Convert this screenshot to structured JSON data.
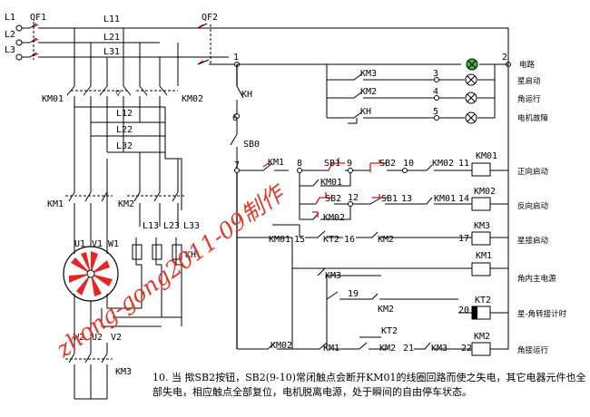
{
  "lines": {
    "phases": [
      "L1",
      "L2",
      "L3"
    ],
    "breaker_main": "QF1",
    "bus1": [
      "L11",
      "L21",
      "L31"
    ],
    "bus2": [
      "L12",
      "L22",
      "L32"
    ],
    "bus3": [
      "L13",
      "L23",
      "L33"
    ],
    "breaker_ctrl": "QF2"
  },
  "motor": {
    "terminals_top": [
      "U1",
      "V1",
      "W1"
    ],
    "terminals_bot": [
      "W2",
      "U2",
      "V2"
    ]
  },
  "power_contacts": {
    "km01": "KM01",
    "km02": "KM02",
    "km1": "KM1",
    "km2": "KM2",
    "km3": "KM3",
    "kh": "KH"
  },
  "nodes": [
    "1",
    "2",
    "3",
    "4",
    "5",
    "6",
    "7",
    "8",
    "9",
    "10",
    "11",
    "12",
    "13",
    "14",
    "15",
    "16",
    "17",
    "19",
    "20",
    "21",
    "22"
  ],
  "ctrl": {
    "kh": "KH",
    "sb0": "SB0",
    "km1": "KM1",
    "sb1": "SB1",
    "sb2": "SB2",
    "km02": "KM02",
    "km01": "KM01",
    "kt2": "KT2",
    "km2": "KM2",
    "km3": "KM3"
  },
  "lamp_row": {
    "km3": "KM3",
    "km2": "KM2",
    "kh": "KH"
  },
  "coils": [
    "KM01",
    "KM02",
    "KM3",
    "KM1",
    "KT2",
    "KM2"
  ],
  "legend": {
    "power": "电路",
    "star_start": "星启动",
    "delta_run": "角运行",
    "motor_fault": "电机故障",
    "fwd_start": "正向启动",
    "rev_start": "反向启动",
    "star_connect": "星接启动",
    "delta_main": "角内主电源",
    "star_delta_timer": "星-角转接计时",
    "delta_connect": "角接运行"
  },
  "watermark": "zhong-gong2011-09制作",
  "caption": "10. 当 揿SB2按钮，SB2(9-10)常闭触点会断开KM01的线圈回路而使之失电，其它电器元件也全部失电，相应触点全部复位，电机脱离电源，处于瞬间的自由停车状态。",
  "colors": {
    "accent": "#e01010",
    "watermark": "#e23a2a",
    "lamp_green": "#3cb83c"
  }
}
